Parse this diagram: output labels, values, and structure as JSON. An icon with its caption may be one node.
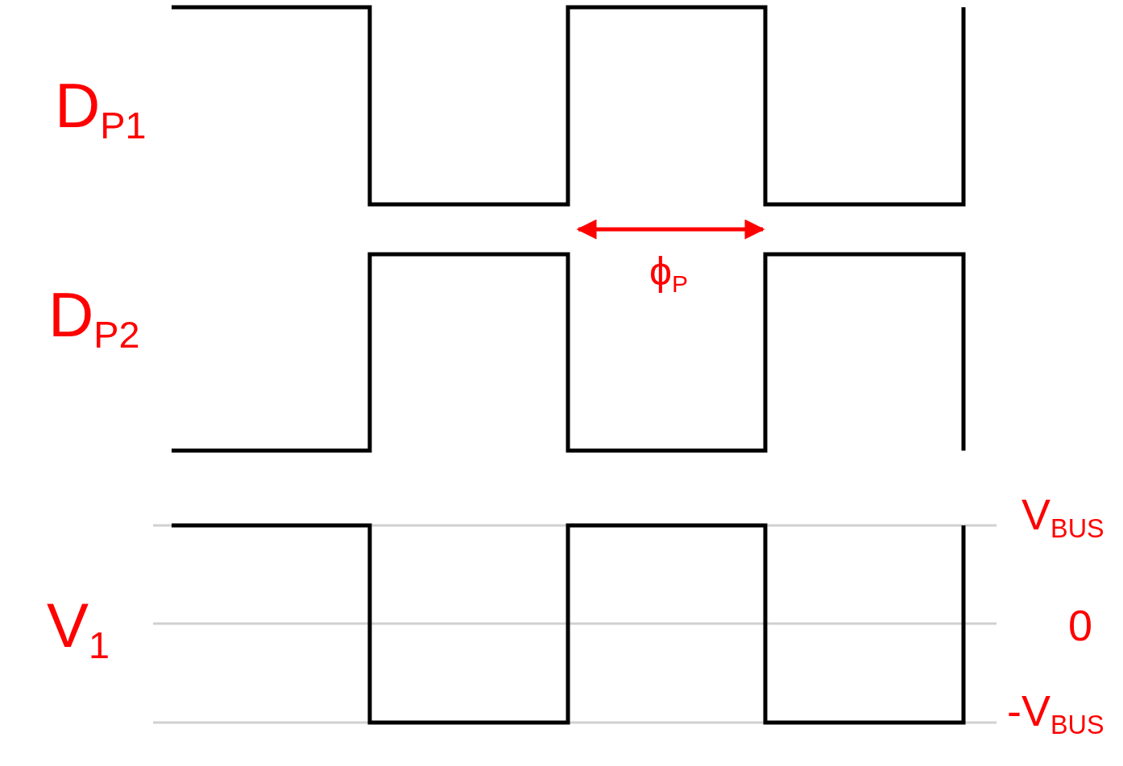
{
  "diagram": {
    "labels": [
      "D$_{P1}$",
      "ϕ$_{P}$",
      "D$_{P2}$",
      "V$_{BUS}$",
      "V$_{1}$",
      "0",
      "-V$_{BUS}$"
    ]
  }
}
